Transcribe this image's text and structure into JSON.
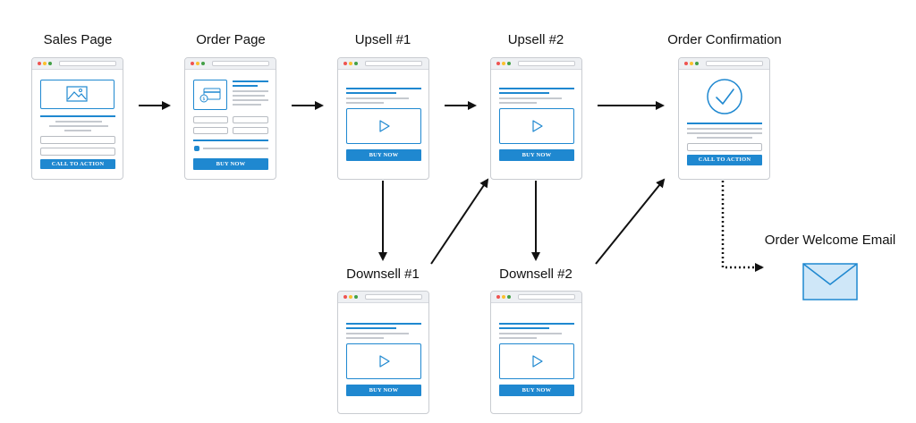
{
  "steps": {
    "sales": {
      "title": "Sales Page",
      "button": "CALL TO ACTION"
    },
    "order": {
      "title": "Order Page",
      "button": "BUY NOW"
    },
    "upsell1": {
      "title": "Upsell #1",
      "button": "BUY NOW"
    },
    "upsell2": {
      "title": "Upsell #2",
      "button": "BUY NOW"
    },
    "confirmation": {
      "title": "Order Confirmation",
      "button": "CALL TO ACTION"
    },
    "downsell1": {
      "title": "Downsell #1",
      "button": "BUY NOW"
    },
    "downsell2": {
      "title": "Downsell #2",
      "button": "BUY NOW"
    },
    "email": {
      "title": "Order Welcome Email"
    }
  },
  "colors": {
    "accent": "#1f88d0",
    "envelope_fill": "#cfe7f8",
    "arrow": "#111111"
  },
  "icons": [
    "image-icon",
    "credit-card-icon",
    "play-icon",
    "checkmark-icon",
    "envelope-icon"
  ]
}
